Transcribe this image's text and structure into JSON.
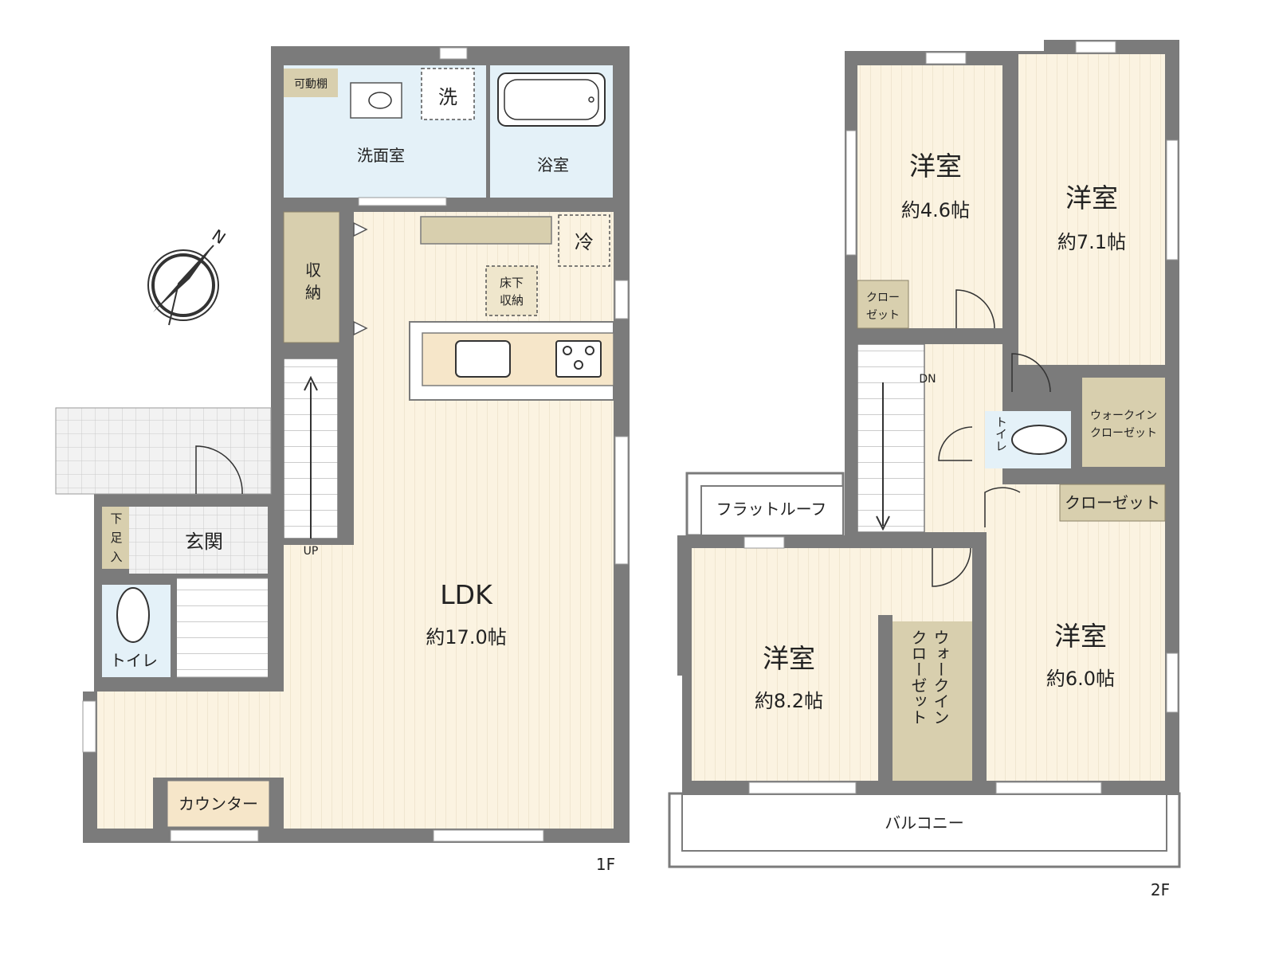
{
  "colors": {
    "wall": "#7b7b7b",
    "floor": "#fbf3e1",
    "floor_line": "#e2d6bc",
    "wet": "#e4f1f8",
    "storage": "#d8cfae",
    "storage_line": "#a89e80",
    "balcony": "#ffffff",
    "tile": "#eeeeee",
    "tile_line": "#c9c9c9",
    "text": "#222222"
  },
  "compass": {
    "label": "N",
    "icon": "compass-icon"
  },
  "floor1": {
    "label": "1F",
    "rooms": {
      "ldk_name": "LDK",
      "ldk_size": "約17.0帖",
      "washroom": "洗面室",
      "bath": "浴室",
      "washer": "洗",
      "movable_shelf": "可動棚",
      "storage_line1": "収",
      "storage_line2": "納",
      "fridge": "冷",
      "underfloor_line1": "床下",
      "underfloor_line2": "収納",
      "entrance": "玄関",
      "shoe_box_line1": "下",
      "shoe_box_line2": "足",
      "shoe_box_line3": "入",
      "toilet": "トイレ",
      "counter": "カウンター",
      "stairs_up": "UP"
    }
  },
  "floor2": {
    "label": "2F",
    "rooms": {
      "western_room": "洋室",
      "room_a_size": "約4.6帖",
      "room_b_size": "約7.1帖",
      "room_c_size": "約8.2帖",
      "room_d_size": "約6.0帖",
      "closet_small_line1": "クロー",
      "closet_small_line2": "ゼット",
      "wic_line1": "ウォークイン",
      "wic_line2": "クローゼット",
      "wic_vertical_col1": "ウォークイン",
      "wic_vertical_col2": "クローゼット",
      "closet": "クローゼット",
      "toilet_vertical": "トイレ",
      "flat_roof": "フラットルーフ",
      "balcony": "バルコニー",
      "stairs_down": "DN"
    }
  }
}
